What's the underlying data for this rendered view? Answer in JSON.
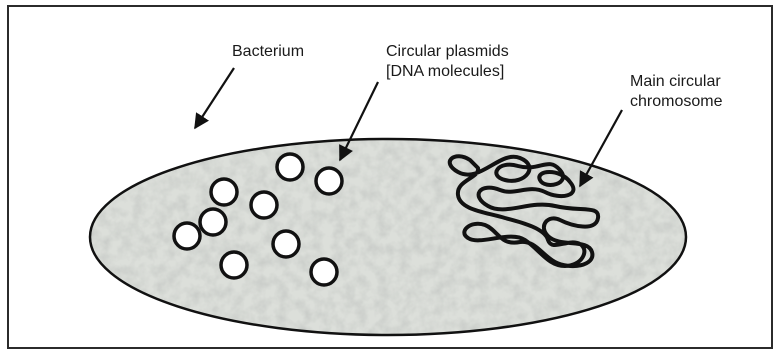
{
  "labels": {
    "bacterium": "Bacterium",
    "plasmids": {
      "line1": "Circular plasmids",
      "line2": "[DNA molecules]"
    },
    "chromosome": {
      "line1": "Main circular",
      "line2": "chromosome"
    }
  },
  "colors": {
    "cell_fill": "#d6d9d4",
    "outline": "#111111",
    "frame": "#2b2b2b",
    "text": "#1a1a1a"
  },
  "icons": {
    "plasmid": "ring-icon",
    "chromosome": "tangled-loop-icon",
    "pointer": "arrow-icon"
  },
  "plasmid_count": 9
}
